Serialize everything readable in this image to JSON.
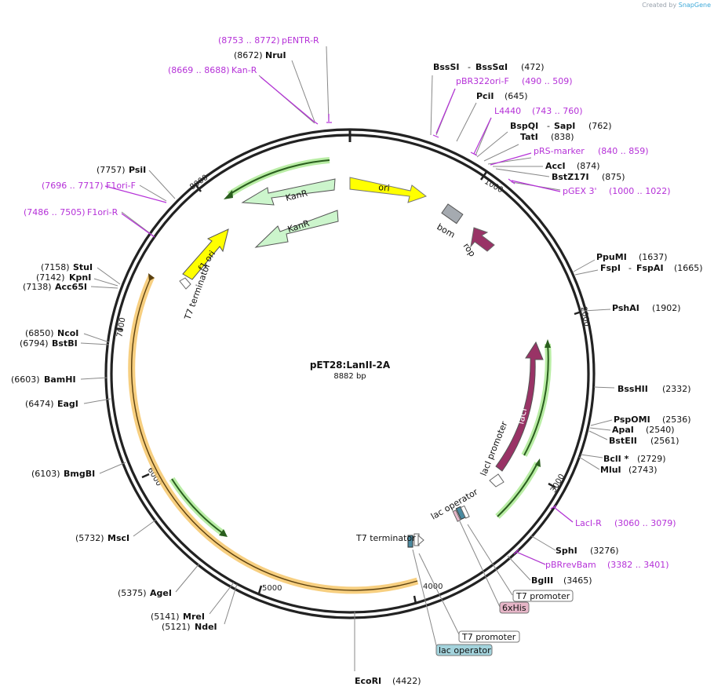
{
  "credit": {
    "prefix": "Created by",
    "brand": "SnapGene"
  },
  "plasmid": {
    "name": "pET28:LanII-2A",
    "size": "8882 bp"
  },
  "ticks": [
    "1000",
    "2000",
    "3000",
    "4000",
    "5000",
    "6000",
    "7000",
    "8000"
  ],
  "sites": {
    "bsssi": {
      "name": "BssSI",
      "name2": "BssSαI",
      "pos": "(472)"
    },
    "pci": {
      "name": "PciI",
      "pos": "(645)"
    },
    "bspqi": {
      "name": "BspQI",
      "name2": "SapI",
      "pos": "(762)"
    },
    "tati": {
      "name": "TatI",
      "pos": "(838)"
    },
    "acci": {
      "name": "AccI",
      "pos": "(874)"
    },
    "bstz17i": {
      "name": "BstZ17I",
      "pos": "(875)"
    },
    "ppumi": {
      "name": "PpuMI",
      "pos": "(1637)"
    },
    "fspi": {
      "name": "FspI",
      "name2": "FspAI",
      "pos": "(1665)"
    },
    "pshai": {
      "name": "PshAI",
      "pos": "(1902)"
    },
    "bsshii": {
      "name": "BssHII",
      "pos": "(2332)"
    },
    "pspomi": {
      "name": "PspOMI",
      "pos": "(2536)"
    },
    "apai": {
      "name": "ApaI",
      "pos": "(2540)"
    },
    "bsteii": {
      "name": "BstEII",
      "pos": "(2561)"
    },
    "bcli": {
      "name": "BclI *",
      "pos": "(2729)"
    },
    "mlui": {
      "name": "MluI",
      "pos": "(2743)"
    },
    "sphi": {
      "name": "SphI",
      "pos": "(3276)"
    },
    "bglii": {
      "name": "BglII",
      "pos": "(3465)"
    },
    "ecori": {
      "name": "EcoRI",
      "pos": "(4422)"
    },
    "ndei": {
      "name": "NdeI",
      "pos": "(5121)"
    },
    "mrei": {
      "name": "MreI",
      "pos": "(5141)"
    },
    "agei": {
      "name": "AgeI",
      "pos": "(5375)"
    },
    "msci": {
      "name": "MscI",
      "pos": "(5732)"
    },
    "bmgbi": {
      "name": "BmgBI",
      "pos": "(6103)"
    },
    "eagi": {
      "name": "EagI",
      "pos": "(6474)"
    },
    "bamhi": {
      "name": "BamHI",
      "pos": "(6603)"
    },
    "bstbi": {
      "name": "BstBI",
      "pos": "(6794)"
    },
    "ncoi": {
      "name": "NcoI",
      "pos": "(6850)"
    },
    "acc65i": {
      "name": "Acc65I",
      "pos": "(7138)"
    },
    "kpni": {
      "name": "KpnI",
      "pos": "(7142)"
    },
    "stui": {
      "name": "StuI",
      "pos": "(7158)"
    },
    "psii": {
      "name": "PsiI",
      "pos": "(7757)"
    },
    "drui": {
      "name": "NruI",
      "pos": "(8672)"
    }
  },
  "primers": {
    "pentr": {
      "name": "pENTR-R",
      "pos": "(8753 .. 8772)"
    },
    "kanr": {
      "name": "Kan-R",
      "pos": "(8669 .. 8688)"
    },
    "pbr322": {
      "name": "pBR322ori-F",
      "pos": "(490 .. 509)"
    },
    "l4440": {
      "name": "L4440",
      "pos": "(743 .. 760)"
    },
    "prs": {
      "name": "pRS-marker",
      "pos": "(840 .. 859)"
    },
    "pgex": {
      "name": "pGEX 3'",
      "pos": "(1000 .. 1022)"
    },
    "f1orif": {
      "name": "F1ori-F",
      "pos": "(7696 .. 7717)"
    },
    "f1orir": {
      "name": "F1ori-R",
      "pos": "(7486 .. 7505)"
    },
    "lacir": {
      "name": "LacI-R",
      "pos": "(3060 .. 3079)"
    },
    "pbrrevbam": {
      "name": "pBRrevBam",
      "pos": "(3382 .. 3401)"
    }
  },
  "features": {
    "ori": "ori",
    "kanr1": "KanR",
    "kanr2": "KanR",
    "bom": "bom",
    "rop": "rop",
    "f1ori": "f1 ori",
    "t7term1": "T7 terminator",
    "t7term2": "T7 terminator",
    "laci": "lacI",
    "lacipromoter": "lacI promoter",
    "lacoperator": "lac operator"
  },
  "boxes": {
    "t7promoter1": "T7 promoter",
    "sixhis": "6xHis",
    "t7promoter2": "T7 promoter",
    "lacop": "lac operator"
  },
  "colors": {
    "primer": "#b531d8",
    "ori": "#ffff00",
    "kanr": "#ccf5cc",
    "laci": "#993366",
    "rop": "#993366",
    "bom": "#a5aab0",
    "orf_green": "#7cd65a",
    "orf_orange": "#f6c76a",
    "sixhis_box": "#e6b5c7",
    "lacop_box": "#a3d3dc"
  }
}
